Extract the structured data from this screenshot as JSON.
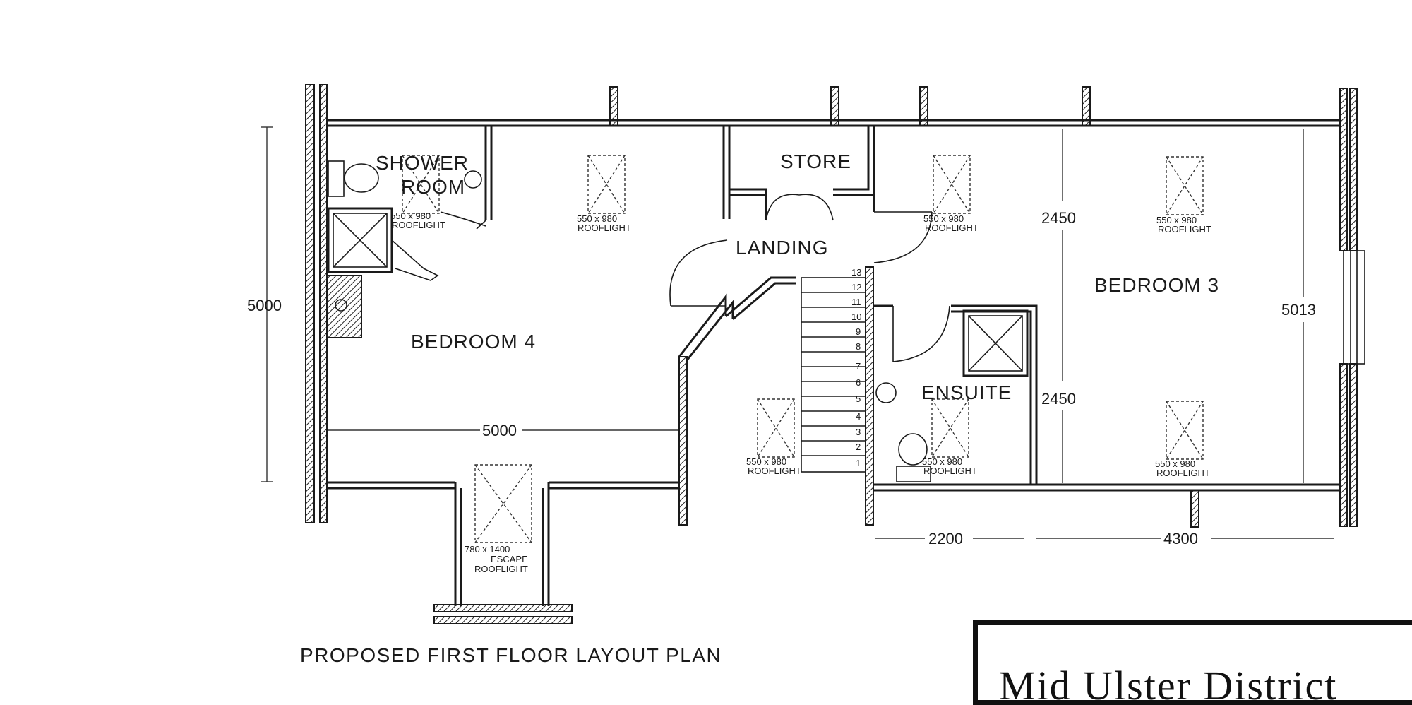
{
  "plan": {
    "title": "PROPOSED FIRST FLOOR LAYOUT PLAN",
    "rooms": {
      "shower_room": [
        "SHOWER",
        "ROOM"
      ],
      "store": "STORE",
      "landing": "LANDING",
      "bedroom4": "BEDROOM 4",
      "bedroom3": "BEDROOM 3",
      "ensuite": "ENSUITE"
    },
    "rooflights": {
      "standard": [
        "550 x 980",
        "ROOFLIGHT"
      ],
      "escape": [
        "780 x 1400",
        "ESCAPE",
        "ROOFLIGHT"
      ]
    },
    "dimensions": {
      "left_height": "5000",
      "bedroom4_width": "5000",
      "ensuite_width": "2200",
      "bedroom3_width": "4300",
      "bedroom3_upper": "2450",
      "bedroom3_lower": "2450",
      "bedroom3_height": "5013"
    },
    "stair_steps": [
      "13",
      "12",
      "11",
      "10",
      "9",
      "8",
      "7",
      "6",
      "5",
      "4",
      "3",
      "2",
      "1"
    ]
  },
  "title_block": {
    "text": "Mid Ulster District"
  }
}
